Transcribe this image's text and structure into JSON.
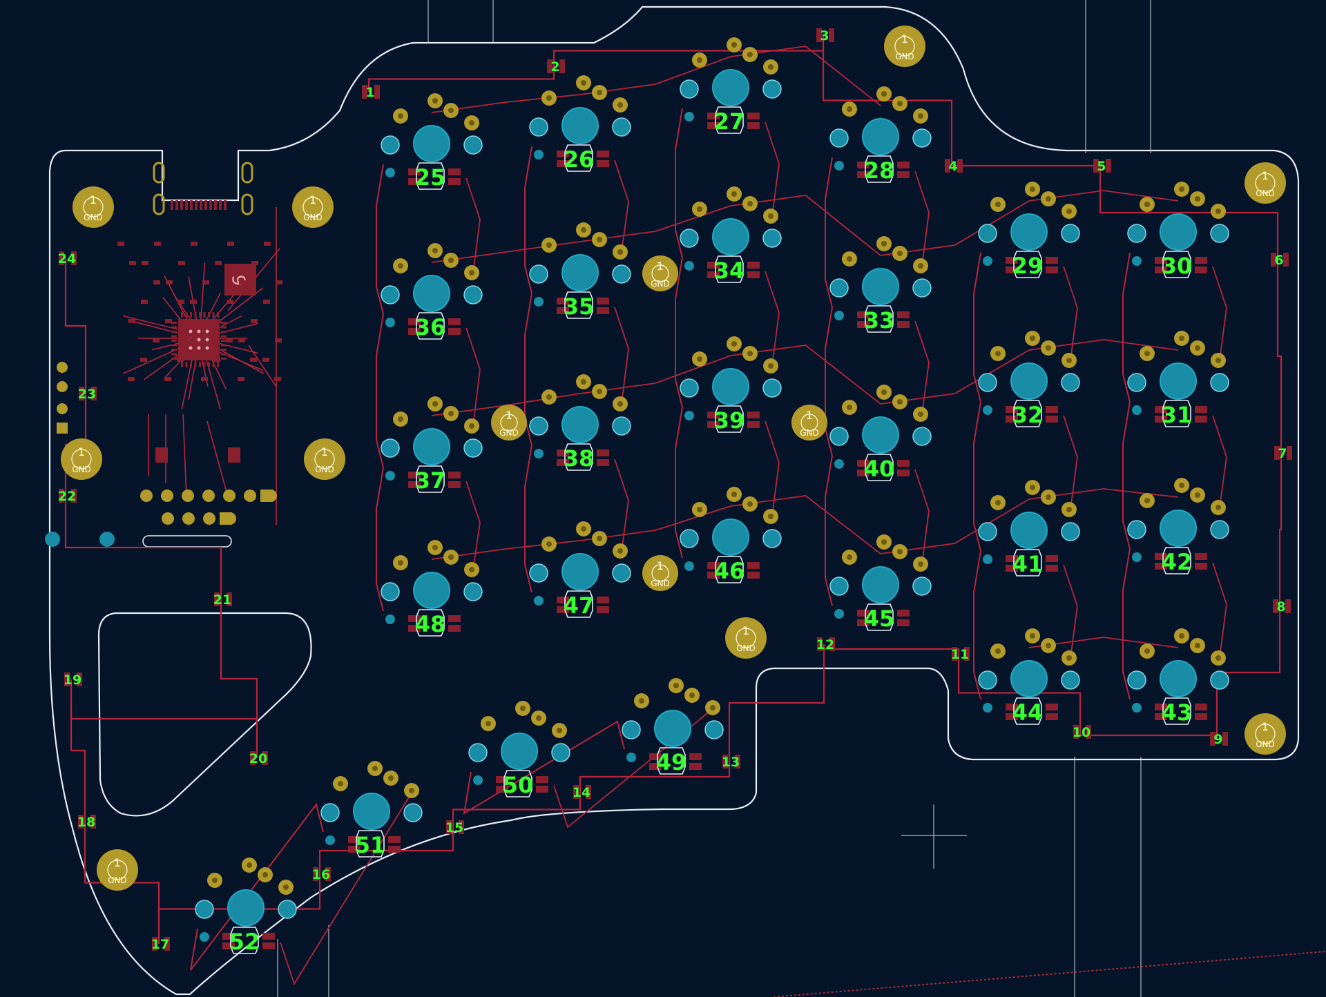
{
  "colors": {
    "background": "#06142a",
    "outline": "#e6edf5",
    "trace": "#b8253a",
    "pad_red": "#8a1f2e",
    "via_gold": "#b39b2b",
    "hole_teal": "#1a8da6",
    "label": "#39ff2f"
  },
  "pcb": {
    "gnd_label": "GND",
    "pad_number": "1",
    "mcu_text": "6",
    "key_switches": [
      {
        "ref": "25"
      },
      {
        "ref": "26"
      },
      {
        "ref": "27"
      },
      {
        "ref": "28"
      },
      {
        "ref": "29"
      },
      {
        "ref": "30"
      },
      {
        "ref": "31"
      },
      {
        "ref": "32"
      },
      {
        "ref": "33"
      },
      {
        "ref": "34"
      },
      {
        "ref": "35"
      },
      {
        "ref": "36"
      },
      {
        "ref": "37"
      },
      {
        "ref": "38"
      },
      {
        "ref": "39"
      },
      {
        "ref": "40"
      },
      {
        "ref": "41"
      },
      {
        "ref": "42"
      },
      {
        "ref": "43"
      },
      {
        "ref": "44"
      },
      {
        "ref": "45"
      },
      {
        "ref": "46"
      },
      {
        "ref": "47"
      },
      {
        "ref": "48"
      },
      {
        "ref": "49"
      },
      {
        "ref": "50"
      },
      {
        "ref": "51"
      },
      {
        "ref": "52"
      }
    ],
    "leds": [
      {
        "ref": "1"
      },
      {
        "ref": "2"
      },
      {
        "ref": "3"
      },
      {
        "ref": "4"
      },
      {
        "ref": "5"
      },
      {
        "ref": "6"
      },
      {
        "ref": "7"
      },
      {
        "ref": "8"
      },
      {
        "ref": "9"
      },
      {
        "ref": "10"
      },
      {
        "ref": "11"
      },
      {
        "ref": "12"
      },
      {
        "ref": "13"
      },
      {
        "ref": "14"
      },
      {
        "ref": "15"
      },
      {
        "ref": "16"
      },
      {
        "ref": "17"
      },
      {
        "ref": "18"
      },
      {
        "ref": "19"
      },
      {
        "ref": "20"
      },
      {
        "ref": "21"
      },
      {
        "ref": "22"
      },
      {
        "ref": "23"
      },
      {
        "ref": "24"
      }
    ]
  }
}
